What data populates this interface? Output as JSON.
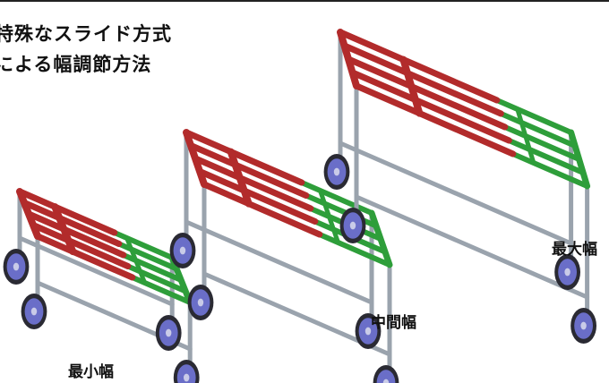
{
  "title": {
    "line1": "特殊なスライド方式",
    "line2": "による幅調節方法"
  },
  "labels": {
    "min": "最小幅",
    "mid": "中間幅",
    "max": "最大幅"
  },
  "colors": {
    "red_frame": "#b22b2b",
    "green_frame": "#2e9e3a",
    "gray_leg": "#9aa3ad",
    "wheel": "#6a6ec8",
    "tire": "#2a2a33"
  }
}
